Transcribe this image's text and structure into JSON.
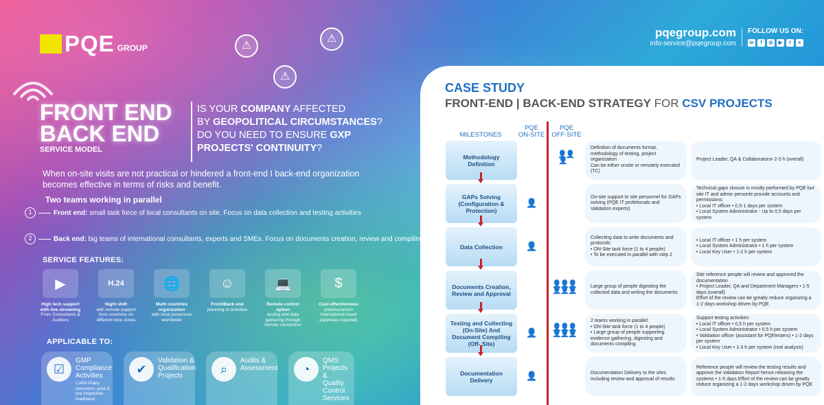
{
  "brand": {
    "logo_mark": "PQE",
    "logo_group": "GROUP",
    "site": "pqegroup.com",
    "email": "info-service@pqegroup.com",
    "follow_label": "FOLLOW US ON:",
    "social_icons": [
      "linkedin-icon",
      "facebook-icon",
      "instagram-icon",
      "youtube-icon",
      "twitter-icon",
      "xing-icon"
    ]
  },
  "hero": {
    "title_line1": "FRONT END",
    "title_line2": "BACK END",
    "subtitle": "SERVICE MODEL",
    "q1a": "IS YOUR ",
    "q1b": "COMPANY",
    "q1c": " AFFECTED",
    "q2a": "BY ",
    "q2b": "GEOPOLITICAL CIRCUMSTANCES",
    "q2c": "?",
    "q3a": "DO YOU NEED TO ENSURE ",
    "q3b": "GXP",
    "q4": "PROJECTS' CONTINUITY",
    "q4b": "?",
    "intro": "When on-site visits are not practical or hindered a front-end I back-end organization becomes effective in terms of risks and benefit.",
    "teams_title": "Two teams working in parallel",
    "team1_num": "1",
    "team1_bold": "Front end:",
    "team1_text": " small task force of local consultants on site. Focus on data collection and testing activities",
    "team2_num": "2",
    "team2_bold": "Back end:",
    "team2_text": " big teams of international consultants, experts and SMEs. Focus on documents creation, review and compiling"
  },
  "features": {
    "heading": "SERVICE FEATURES:",
    "items": [
      {
        "icon": "live-stream-icon",
        "bold": "High tech support with live streaming",
        "text": "From Consultants & Auditors"
      },
      {
        "icon": "h24-icon",
        "glyph": "H.24",
        "bold": "Night shift",
        "text": "with remote support from countries on different time zones"
      },
      {
        "icon": "globe-icon",
        "bold": "Multi countries organization",
        "text": "with local presences worldwide"
      },
      {
        "icon": "person-headset-icon",
        "bold": "Front/Back end",
        "text": "planning of activities"
      },
      {
        "icon": "remote-laptop-icon",
        "bold": "Remote control option",
        "text": "testing and data gathering through remote connection"
      },
      {
        "icon": "coins-icon",
        "bold": "Cost effectiveness",
        "text": "(minimum/zero international travel expenses required)"
      }
    ]
  },
  "applicable": {
    "heading": "APPLICABLE TO:",
    "items": [
      {
        "icon": "checklist-icon",
        "title": "GMP Compliance Activities",
        "sub": "CAPA Plans execution, post & pre inspection readiness"
      },
      {
        "icon": "shield-check-icon",
        "title": "Validation & Qualification Projects",
        "sub": ""
      },
      {
        "icon": "audit-magnifier-icon",
        "title": "Audits & Assessment",
        "sub": ""
      },
      {
        "icon": "qms-chart-icon",
        "title": "QMS Projects & Quality Control Services",
        "sub": ""
      }
    ]
  },
  "case": {
    "title": "CASE STUDY",
    "sub_a": "FRONT-END | BACK-END STRATEGY",
    "sub_b": " FOR ",
    "sub_c": "CSV PROJECTS",
    "col_milestones": "MILESTONES",
    "col_onsite_a": "PQE",
    "col_onsite_b": "ON-SITE",
    "col_offsite_a": "PQE",
    "col_offsite_b": "OFF-SITE",
    "rows": [
      {
        "milestone": "Methodology Definition",
        "onsite": "",
        "offsite": "group-small",
        "desc": [
          "Definition of documents format, methodology of testing, project organization",
          "Can be either onsite or remotely executed (TC)"
        ],
        "effort": [
          "Project Leader, QA & Collaborators• 2-3 h (overall)"
        ]
      },
      {
        "milestone": "GAPs Solving (Configuration & Protection)",
        "onsite": "person",
        "offsite": "",
        "desc": [
          "On-site support to site personnel for GAPs solving (PQE IT profetionals and Validation experts)"
        ],
        "effort": [
          "Technical gaps closure is mostly performed by PQE but site IT and admin personle provide accounts and permissions:",
          "• Local IT officer • 0,5-1 days per system",
          "• Local System Administrator - Up to 0,5 days per system"
        ]
      },
      {
        "milestone": "Data Collection",
        "onsite": "person",
        "offsite": "",
        "desc": [
          "Collecting data to write documents and protocols:",
          "• ON-Site task force (1 to 4 people)",
          "• To be executed in parallel with step 2"
        ],
        "effort": [
          "• Local IT officer • 1 h per system",
          "• Local System Administrator • 1 h per system",
          "• Local Key User • 1-2 h per system"
        ]
      },
      {
        "milestone": "Documents Creation, Review and Approval",
        "onsite": "",
        "offsite": "group-large",
        "desc": [
          "Large group of people digesting the collected data and writing the documents"
        ],
        "effort": [
          "Site reference people will review and approved the documentation",
          "• Project Leader, QA and Department Managers • 1-5 days (overall)",
          "Effort of the review can be greatly reduce organizing a 1-2 days workshop driven by PQE"
        ]
      },
      {
        "milestone": "Testing and Collecting (On-Site) And Document Compiling (Off- Site)",
        "onsite": "person",
        "offsite": "group-large",
        "desc": [
          "2 teams working in parallel:",
          "• ON-Site task force (1 to 4 people)",
          "• Large group of people supporting evidence gathering, digesting and documents compiling"
        ],
        "effort": [
          "Support testing activities:",
          "• Local IT officer • 0,5 h per system",
          "• Local System Administrator • 0,5 h per system",
          "• Validation officer (assistant for PQEtesters) • 1-2 days per system",
          "• Local Key User • 1-3 h per system (real analysis)"
        ]
      },
      {
        "milestone": "Documentation Delivery",
        "onsite": "person",
        "offsite": "",
        "desc": [
          "Documentation Delivery to the sites including review and approval of results"
        ],
        "effort": [
          "Reference people will review the testing results and approve the Validation Report hence releasing the systems • 1-5 days Effort of the review can be greatly reduce organizing a 1-2 days workshop driven by PQE"
        ]
      }
    ]
  }
}
